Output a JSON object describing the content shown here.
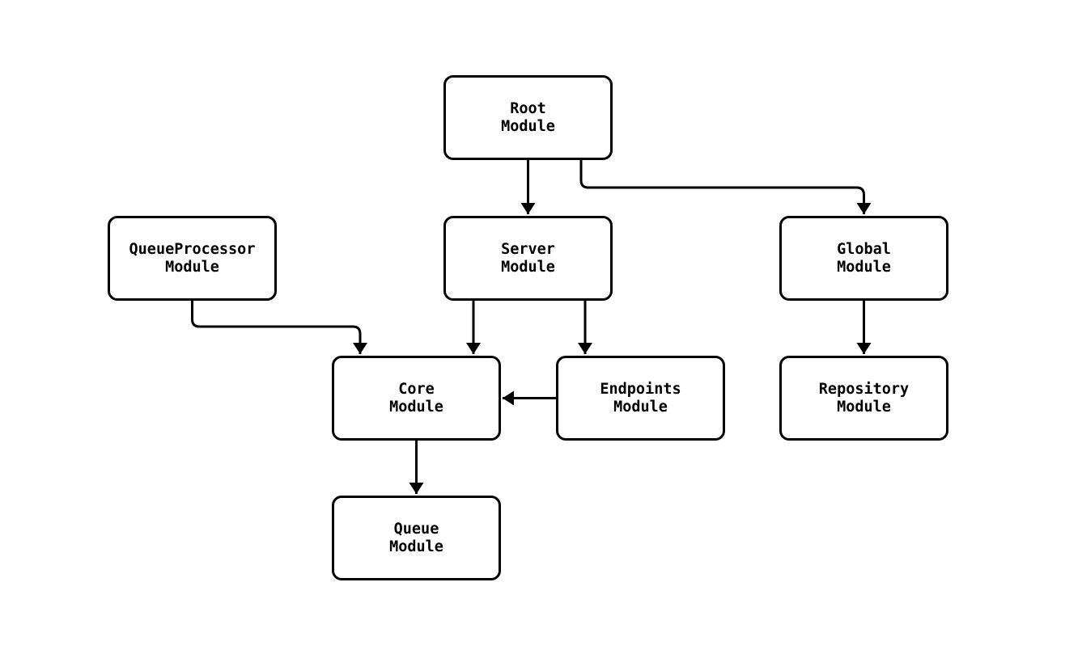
{
  "diagram": {
    "type": "flowchart",
    "direction": "top-down",
    "colors": {
      "stroke": "#000000",
      "node_fill": "#ffffff",
      "background": "#ffffff",
      "text": "#000000"
    },
    "nodes": [
      {
        "id": "root",
        "line1": "Root",
        "line2": "Module"
      },
      {
        "id": "queueprocessor",
        "line1": "QueueProcessor",
        "line2": "Module"
      },
      {
        "id": "server",
        "line1": "Server",
        "line2": "Module"
      },
      {
        "id": "global",
        "line1": "Global",
        "line2": "Module"
      },
      {
        "id": "core",
        "line1": "Core",
        "line2": "Module"
      },
      {
        "id": "endpoints",
        "line1": "Endpoints",
        "line2": "Module"
      },
      {
        "id": "repository",
        "line1": "Repository",
        "line2": "Module"
      },
      {
        "id": "queue",
        "line1": "Queue",
        "line2": "Module"
      }
    ],
    "edges": [
      {
        "from": "root",
        "to": "server"
      },
      {
        "from": "root",
        "to": "global"
      },
      {
        "from": "queueprocessor",
        "to": "core"
      },
      {
        "from": "server",
        "to": "core"
      },
      {
        "from": "server",
        "to": "endpoints"
      },
      {
        "from": "endpoints",
        "to": "core"
      },
      {
        "from": "global",
        "to": "repository"
      },
      {
        "from": "core",
        "to": "queue"
      }
    ]
  }
}
